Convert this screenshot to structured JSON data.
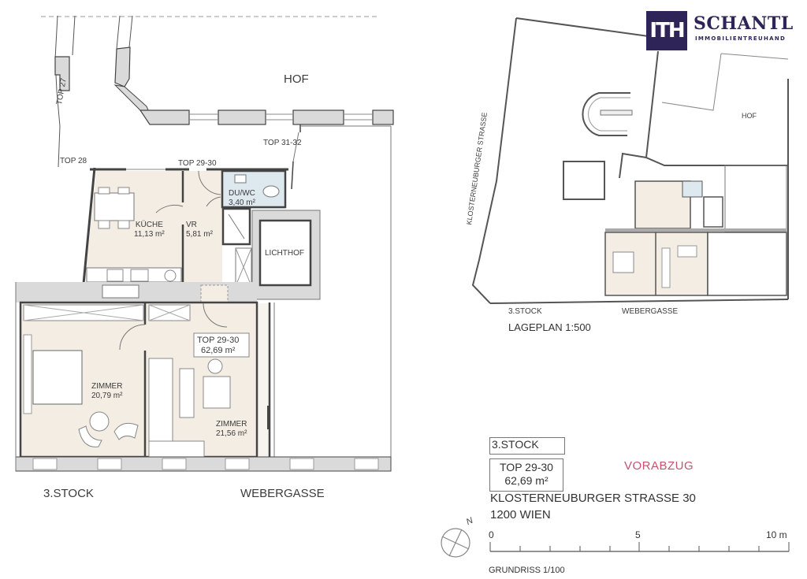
{
  "brand": {
    "logo_mark": "ITH",
    "name": "SCHANTL",
    "tagline": "IMMOBILIENTREUHAND",
    "color": "#2e2458"
  },
  "floorplan": {
    "courtyard_label": "HOF",
    "neighbors": [
      "TOP 27",
      "TOP 28",
      "TOP 29-30",
      "TOP 31-32"
    ],
    "entrance_label": "TOP 29-30",
    "rooms": [
      {
        "name": "KÜCHE",
        "area": "11,13 m²"
      },
      {
        "name": "VR",
        "area": "5,81 m²"
      },
      {
        "name": "DU/WC",
        "area": "3,40 m²"
      },
      {
        "name": "LICHTHOF",
        "area": ""
      },
      {
        "name": "ZIMMER",
        "area": "20,79 m²"
      },
      {
        "name": "ZIMMER",
        "area": "21,56 m²"
      }
    ],
    "unit_tag": {
      "title": "TOP 29-30",
      "area": "62,69 m²"
    },
    "floor_label": "3.STOCK",
    "street_label": "WEBERGASSE",
    "colors": {
      "living": "#f3ede4",
      "bath": "#dde9ee",
      "wall": "#dadada",
      "line": "#444444"
    }
  },
  "siteplan": {
    "street_vertical": "KLOSTERNEUBURGER STRASSE",
    "courtyard_label": "HOF",
    "floor_label": "3.STOCK",
    "street_label": "WEBERGASSE",
    "title": "LAGEPLAN 1:500"
  },
  "legend": {
    "floor": "3.STOCK",
    "unit": "TOP 29-30",
    "area": "62,69 m²",
    "draft_stamp": "VORABZUG",
    "draft_color": "#c2546e",
    "address_line1": "KLOSTERNEUBURGER STRASSE 30",
    "address_line2": "1200 WIEN",
    "north_label": "N",
    "scale": {
      "ticks": [
        "0",
        "5",
        "10 m"
      ],
      "caption": "GRUNDRISS 1/100"
    }
  }
}
